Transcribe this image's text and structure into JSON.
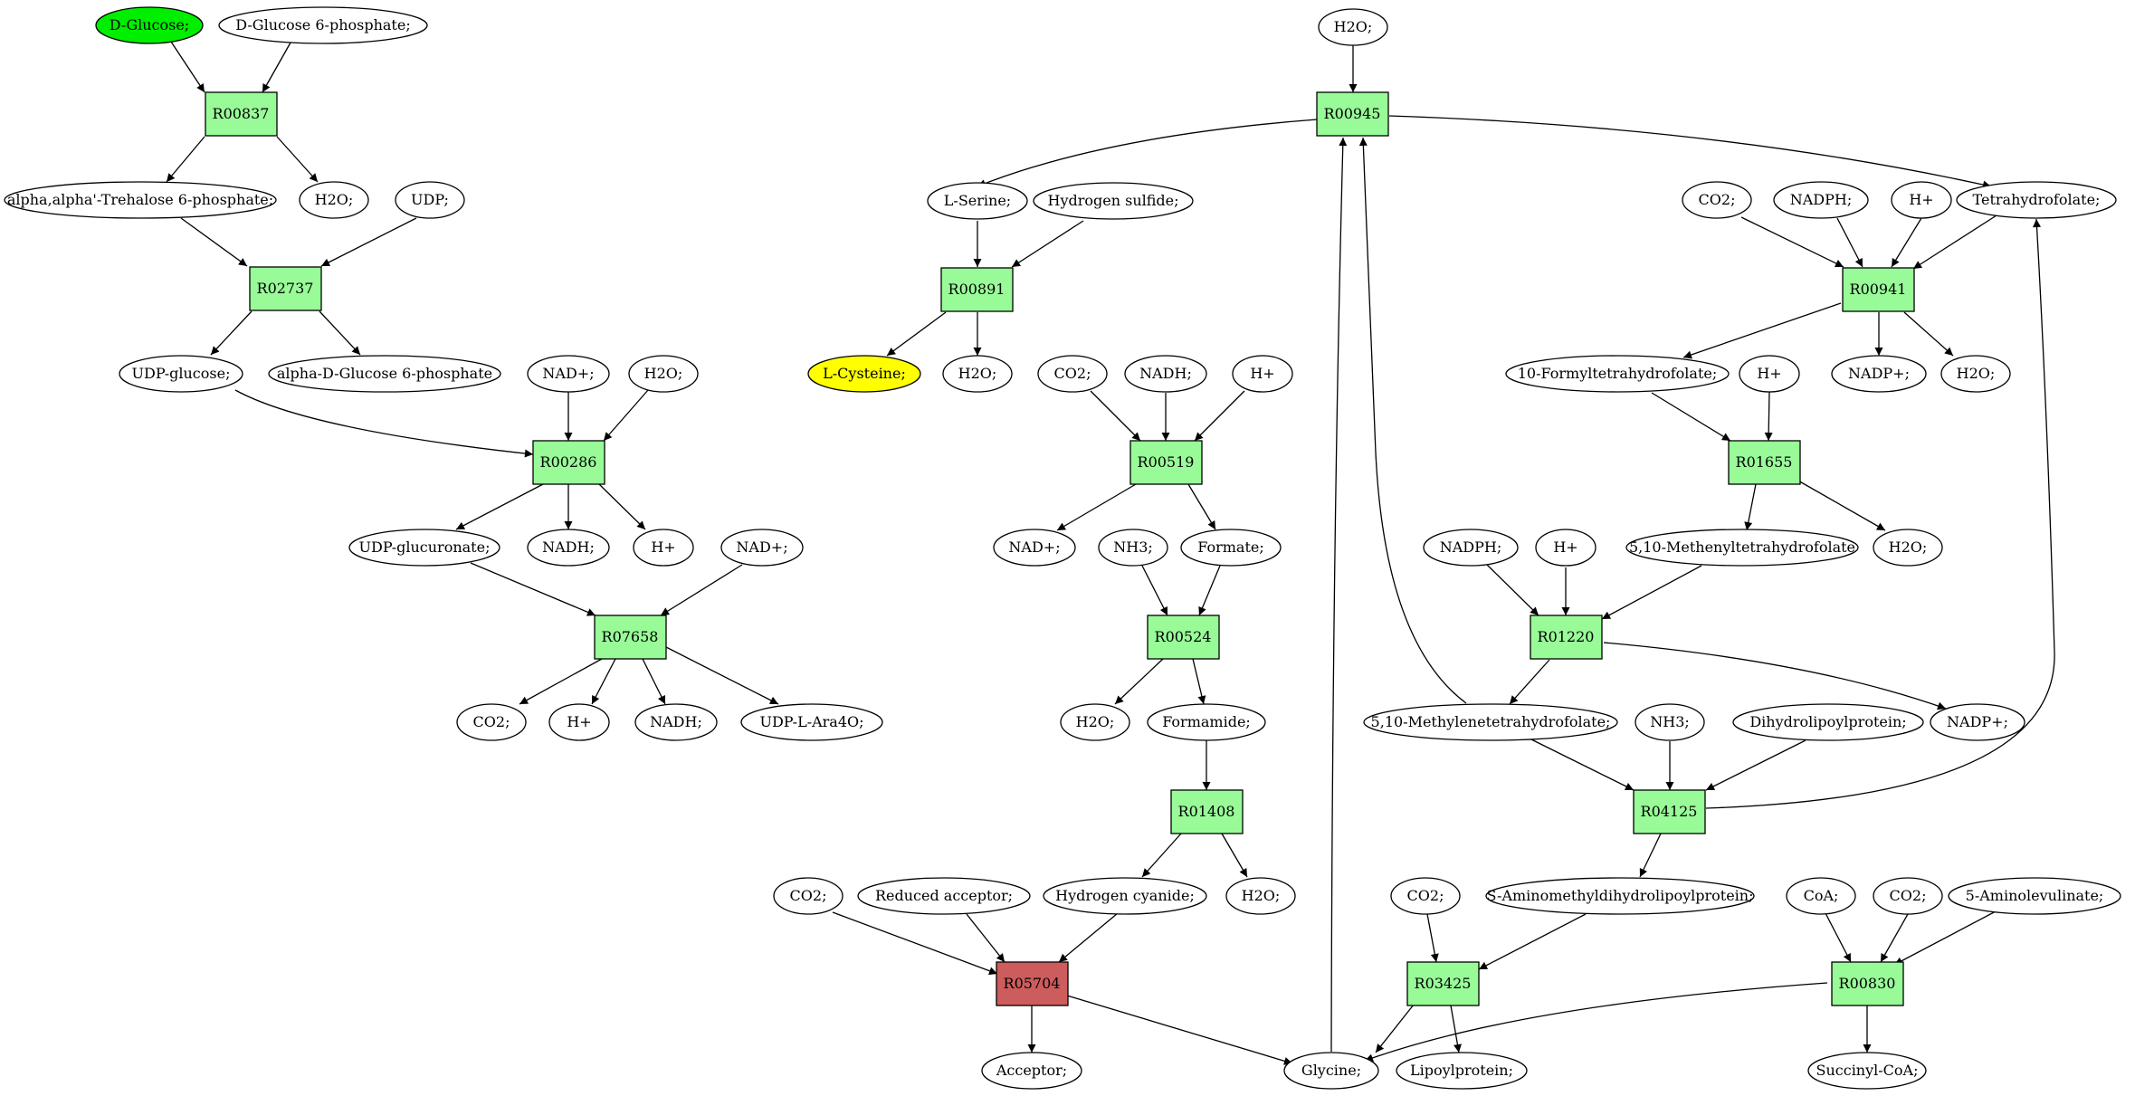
{
  "colors": {
    "reaction": "#98fb98",
    "reaction_highlight": "#cd5c5c",
    "compound": "#ffffff",
    "source_compound": "#00ee00",
    "target_compound": "#ffff00",
    "edge": "#000000"
  },
  "reactions": {
    "R00837": "R00837",
    "R02737": "R02737",
    "R00286": "R00286",
    "R07658": "R07658",
    "R00945": "R00945",
    "R00891": "R00891",
    "R00519": "R00519",
    "R00524": "R00524",
    "R01408": "R01408",
    "R05704": "R05704",
    "R00941": "R00941",
    "R01655": "R01655",
    "R01220": "R01220",
    "R04125": "R04125",
    "R03425": "R03425",
    "R00830": "R00830"
  },
  "compounds": {
    "dglucose": "D-Glucose;",
    "dglucose6p": "D-Glucose 6-phosphate;",
    "trehalose6p": "alpha,alpha'-Trehalose 6-phosphate;",
    "h2o_a": "H2O;",
    "udp": "UDP;",
    "udpglucose": "UDP-glucose;",
    "alphadglucose6p": "alpha-D-Glucose 6-phosphate",
    "nad_a": "NAD+;",
    "h2o_b": "H2O;",
    "udpglucuronate": "UDP-glucuronate;",
    "nadh_a": "NADH;",
    "hplus_a": "H+",
    "nad_b": "NAD+;",
    "co2_a": "CO2;",
    "hplus_b": "H+",
    "nadh_b": "NADH;",
    "udplara4o": "UDP-L-Ara4O;",
    "h2o_top": "H2O;",
    "lserine": "L-Serine;",
    "hydrogensulfide": "Hydrogen sulfide;",
    "lcysteine": "L-Cysteine;",
    "h2o_c": "H2O;",
    "co2_b": "CO2;",
    "nadh_c": "NADH;",
    "hplus_c": "H+",
    "nad_c": "NAD+;",
    "nh3_a": "NH3;",
    "formate": "Formate;",
    "h2o_d": "H2O;",
    "formamide": "Formamide;",
    "hydrogencyanide": "Hydrogen cyanide;",
    "h2o_e": "H2O;",
    "co2_c": "CO2;",
    "reducedacceptor": "Reduced acceptor;",
    "acceptor": "Acceptor;",
    "glycine": "Glycine;",
    "co2_d": "CO2;",
    "nadph_a": "NADPH;",
    "hplus_d": "H+",
    "thf": "Tetrahydrofolate;",
    "formylthf": "10-Formyltetrahydrofolate;",
    "nadp_a": "NADP+;",
    "h2o_f": "H2O;",
    "hplus_e": "H+",
    "methenylthf": "5,10-Methenyltetrahydrofolate",
    "h2o_g": "H2O;",
    "nadph_b": "NADPH;",
    "hplus_f": "H+",
    "methylenethf": "5,10-Methylenetetrahydrofolate;",
    "nh3_b": "NH3;",
    "dihydrolipoylprotein": "Dihydrolipoylprotein;",
    "nadp_b": "NADP+;",
    "saminomethyl": "S-Aminomethyldihydrolipoylprotein;",
    "co2_e": "CO2;",
    "lipoylprotein": "Lipoylprotein;",
    "coa": "CoA;",
    "co2_f": "CO2;",
    "aminolevulinate": "5-Aminolevulinate;",
    "succinylcoa": "Succinyl-CoA;"
  }
}
